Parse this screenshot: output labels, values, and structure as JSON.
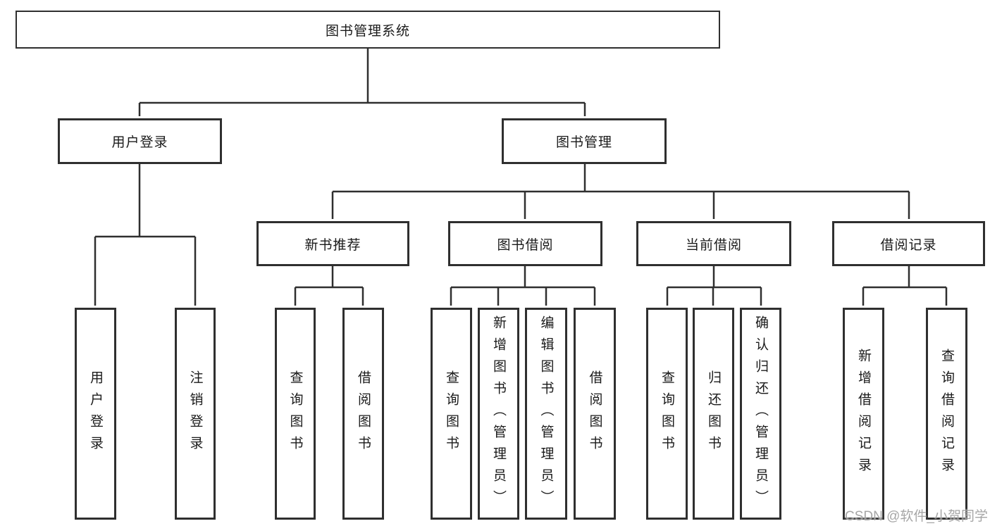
{
  "diagram": {
    "root": {
      "label": "图书管理系统"
    },
    "level2": [
      {
        "label": "用户登录"
      },
      {
        "label": "图书管理"
      }
    ],
    "level3": [
      {
        "label": "新书推荐"
      },
      {
        "label": "图书借阅"
      },
      {
        "label": "当前借阅"
      },
      {
        "label": "借阅记录"
      }
    ],
    "leaves": {
      "user_login": [
        {
          "label": "用户登录"
        },
        {
          "label": "注销登录"
        }
      ],
      "new_book": [
        {
          "label": "查询图书"
        },
        {
          "label": "借阅图书"
        }
      ],
      "book_borrow": [
        {
          "label": "查询图书"
        },
        {
          "label": "新增图书（管理员）"
        },
        {
          "label": "编辑图书（管理员）"
        },
        {
          "label": "借阅图书"
        }
      ],
      "current_borrow": [
        {
          "label": "查询图书"
        },
        {
          "label": "归还图书"
        },
        {
          "label": "确认归还（管理员）"
        }
      ],
      "borrow_records": [
        {
          "label": "新增借阅记录"
        },
        {
          "label": "查询借阅记录"
        }
      ]
    },
    "watermark": "CSDN @软件_小贺同学",
    "colors": {
      "line": "#2f2f2f",
      "text": "#1a1a1a",
      "background": "#ffffff",
      "watermark": "#969696"
    }
  }
}
